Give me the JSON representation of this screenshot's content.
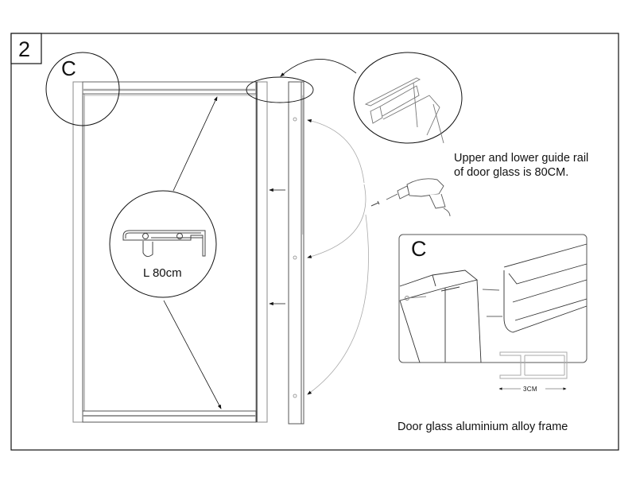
{
  "diagram": {
    "step_number": "2",
    "callout_label": "C",
    "rail_length_label": "L 80cm",
    "instruction_note": {
      "line1": "Upper and lower guide rail",
      "line2": "of door glass is 80CM."
    },
    "detail_panel": {
      "label": "C",
      "dimension_label": "3CM",
      "caption": "Door glass aluminium alloy frame"
    },
    "icons": [
      "drill-icon",
      "screw-icon",
      "rail-profile-icon",
      "frame-profile-icon"
    ],
    "colors": {
      "line": "#111111",
      "light_line": "#aaaaaa",
      "background": "#ffffff"
    }
  }
}
